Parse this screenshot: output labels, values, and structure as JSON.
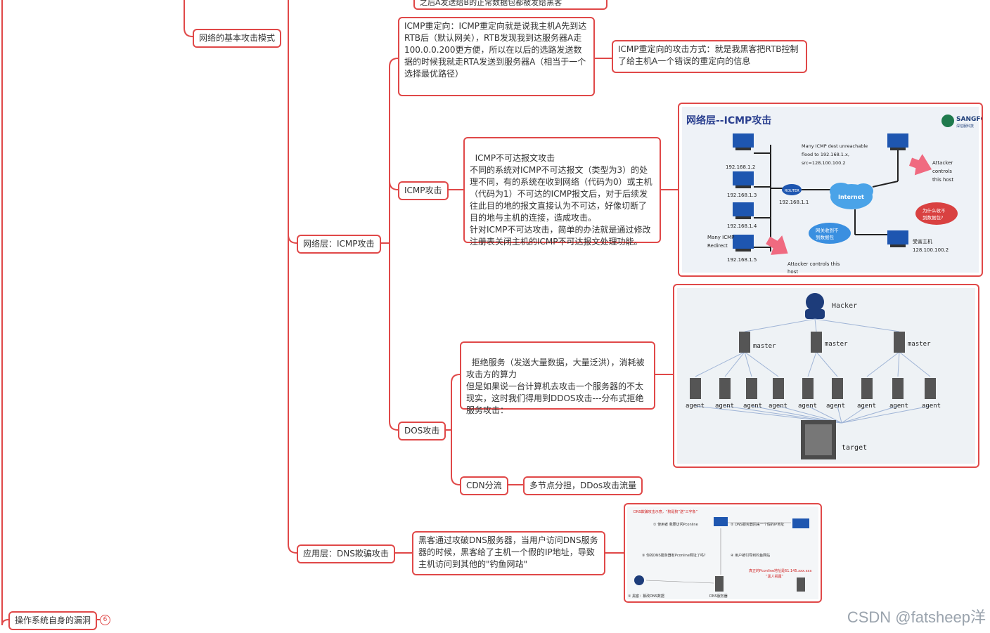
{
  "nodes": {
    "basic_attack": "网络的基本攻击模式",
    "icmp_redirect_desc": "ICMP重定向：ICMP重定向就是说我主机A先到达RTB后（默认网关），RTB发现我到达服务器A走100.0.0.200更方便，所以在以后的选路发送数据的时候我就走RTA发送到服务器A（相当于一个选择最优路径）",
    "icmp_redirect_attack": "ICMP重定向的攻击方式：就是我黑客把RTB控制了给主机A一个错误的重定向的信息",
    "network_icmp": "网络层：ICMP攻击",
    "icmp_attack": "ICMP攻击",
    "icmp_unreachable": "ICMP不可达报文攻击\n不同的系统对ICMP不可达报文（类型为3）的处理不同，有的系统在收到网络（代码为0）或主机（代码为1）不可达的ICMP报文后，对于后续发往此目的地的报文直接认为不可达，好像切断了目的地与主机的连接，造成攻击。\n针对ICMP不可达攻击，简单的办法就是通过修改注册表关闭主机的ICMP不可达报文处理功能。",
    "dos": "DOS攻击",
    "dos_desc": "拒绝服务（发送大量数据，大量泛洪），消耗被攻击方的算力\n但是如果说一台计算机去攻击一个服务器的不太现实，这时我们得用到DDOS攻击---分布式拒绝服务攻击：",
    "cdn": "CDN分流",
    "cdn_desc": "多节点分担，DDos攻击流量",
    "app_dns": "应用层：DNS欺骗攻击",
    "dns_desc": "黑客通过攻破DNS服务器，当用户访问DNS服务器的时候，黑客给了主机一个假的IP地址，导致主机访问到其他的\"钓鱼网站\"",
    "os_vuln": "操作系统自身的漏洞",
    "os_vuln_count": "6",
    "top_partial": "之后A发送给B的正常数据包都被发给黑客"
  },
  "icmp_figure": {
    "title": "网络层--ICMP攻击",
    "logo": "SANGFOR",
    "logo_sub": "深信服科技",
    "hosts": [
      "192.168.1.2",
      "192.168.1.3",
      "192.168.1.4",
      "192.168.1.5"
    ],
    "router_ip": "192.168.1.1",
    "router_label": "ROUTER",
    "internet": "Internet",
    "flood_text": [
      "Many ICMP dest unreachable",
      "flood to  192.168.1.x,",
      "src=128.100.100.2"
    ],
    "attacker_text": [
      "Attacker",
      "controls",
      "this host"
    ],
    "victim_label": "受害主机",
    "victim_ip": "128.100.100.2",
    "why_bubble": [
      "为什么收不",
      "到数据包?"
    ],
    "gateway_bubble": [
      "网关收到不",
      "到数据包"
    ],
    "many_icmp": [
      "Many ICMP",
      "Redirect"
    ],
    "attacker_bottom": [
      "Attacker controls this",
      "host"
    ]
  },
  "ddos_figure": {
    "hacker": "Hacker",
    "master": "master",
    "agent": "agent",
    "target": "target"
  },
  "dns_figure": {
    "caption": "DNS欺骗攻击示意，“狗是狗”送“三字象”",
    "step1": "① 使用者  我要访问Pconline",
    "step2": "② DNS服务器回来一个假的IP地址",
    "step3": "③ 你的DNS服务器有Pconline网址了吗?",
    "step4": "④ 用户被引导到钓鱼网站",
    "fake_ip": "真正的Pconline地址是61.145.xxx.xxx",
    "fake_ip2": "“黑人揭露”",
    "hacker_caption": "① 黑客：篡改DNS数据",
    "dns_server": "DNS服务器"
  },
  "watermark": "CSDN @fatsheep洋",
  "colors": {
    "accent": "#e04848",
    "figure_bg": "#eef2f7"
  }
}
